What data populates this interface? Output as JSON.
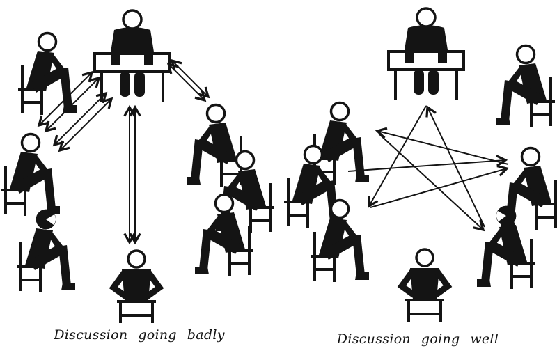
{
  "figure": {
    "background": "#ffffff",
    "ink": "#141414"
  },
  "panels": [
    {
      "id": "discussion-badly",
      "caption": "Discussion going badly"
    },
    {
      "id": "discussion-well",
      "caption": "Discussion going well"
    }
  ],
  "icons": {
    "leader_at_table": "person seated at table, front view",
    "participant_profile": "person seated on chair, profile view",
    "participant_dark_head": "person seated on chair, profile view, dark head",
    "participant_back_view": "person seated, back view, arms akimbo",
    "two_way_arrow": "double line, arrowheads both ends",
    "crosstalk_arrow": "single line, open arrowhead"
  }
}
